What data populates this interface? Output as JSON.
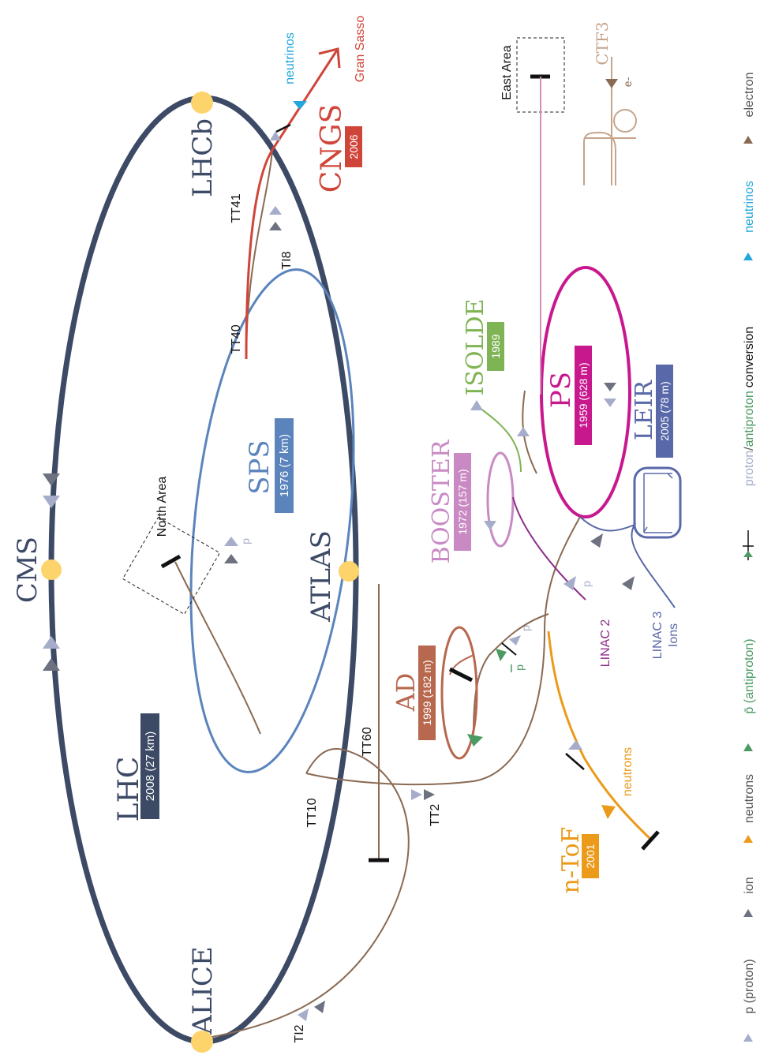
{
  "colors": {
    "lhc": "#3d4a66",
    "sps": "#5b84bd",
    "ps": "#c8188e",
    "booster": "#c98ac4",
    "isolde": "#7fb455",
    "leir": "#5968a8",
    "ad": "#b8684e",
    "transfer": "#8a6a53",
    "cngs": "#d0453a",
    "ntof": "#eb9a1a",
    "ctf3": "#c6a48b",
    "east": "#d58bb9",
    "linac2": "#8d2e8a",
    "detector": "#fdd36b",
    "proton": "#a6adcb",
    "ion": "#6d7180",
    "antiproton": "#4a9a62",
    "neutrinos": "#23a6dc",
    "neutrons": "#eb9a1a",
    "electron": "#8a6a53"
  },
  "experiments": {
    "cms": "CMS",
    "alice": "ALICE",
    "atlas": "ATLAS",
    "lhcb": "LHCb"
  },
  "accelerators": {
    "lhc": {
      "name": "LHC",
      "year": "2008 (27 km)"
    },
    "sps": {
      "name": "SPS",
      "year": "1976 (7 km)"
    },
    "ps": {
      "name": "PS",
      "year": "1959 (628 m)"
    },
    "booster": {
      "name": "BOOSTER",
      "year": "1972 (157 m)"
    },
    "isolde": {
      "name": "ISOLDE",
      "year": "1989"
    },
    "leir": {
      "name": "LEIR",
      "year": "2005 (78 m)"
    },
    "ad": {
      "name": "AD",
      "year": "1999 (182 m)"
    },
    "cngs": {
      "name": "CNGS",
      "year": "2006"
    },
    "ntof": {
      "name": "n-ToF",
      "year": "2001"
    },
    "ctf3": {
      "name": "CTF3"
    }
  },
  "tunnels": {
    "tt41": "TT41",
    "tt40": "TT40",
    "ti8": "TI8",
    "tt10": "TT10",
    "tt60": "TT60",
    "tt2": "TT2",
    "ti2": "TI2"
  },
  "areas": {
    "north": "North Area",
    "east": "East Area"
  },
  "labels": {
    "neutrinos": "neutrinos",
    "gran_sasso": "Gran Sasso",
    "neutrons": "neutrons",
    "p": "p",
    "pbar": "p",
    "electron": "e-",
    "linac2": "LINAC 2",
    "linac3_line1": "LINAC 3",
    "linac3_line2": "Ions"
  },
  "legend": {
    "proton": "p (proton)",
    "ion": "ion",
    "neutrons": "neutrons",
    "antiproton": "p̄ (antiproton)",
    "conversion_proton": "proton",
    "conversion_sep": "/",
    "conversion_antiproton": "antiproton",
    "conversion_word": "conversion",
    "neutrinos": "neutrinos",
    "electron": "electron"
  }
}
